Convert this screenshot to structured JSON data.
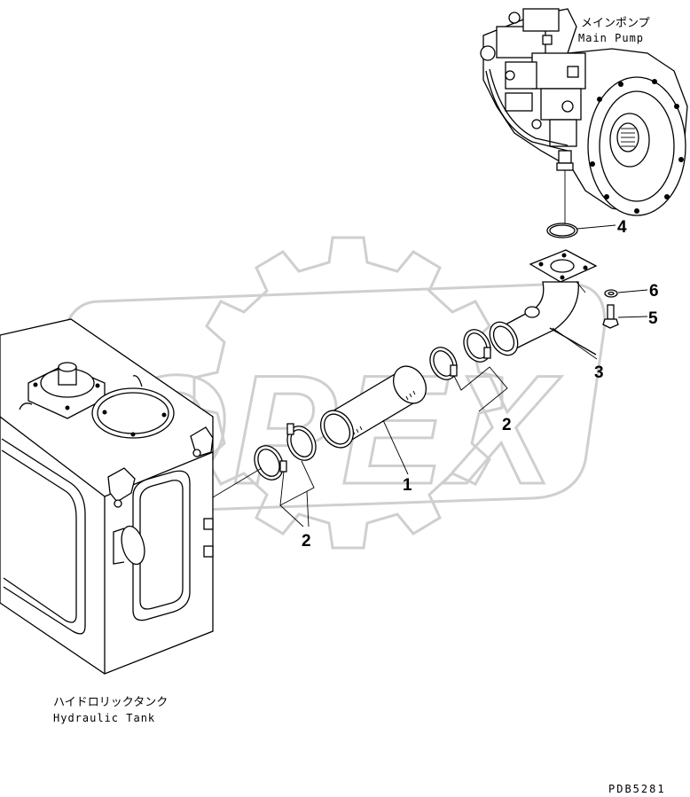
{
  "labels": {
    "main_pump_jp": "メインポンプ",
    "main_pump_en": "Main Pump",
    "hydraulic_tank_jp": "ハイドロリックタンク",
    "hydraulic_tank_en": "Hydraulic Tank",
    "drawing_code": "PDB5281",
    "watermark": "OPEX"
  },
  "callouts": {
    "c1": "1",
    "c2_upper": "2",
    "c2_lower": "2",
    "c3": "3",
    "c4": "4",
    "c5": "5",
    "c6": "6"
  },
  "colors": {
    "line": "#000000",
    "background": "#ffffff",
    "watermark": "#cfcfcf"
  }
}
